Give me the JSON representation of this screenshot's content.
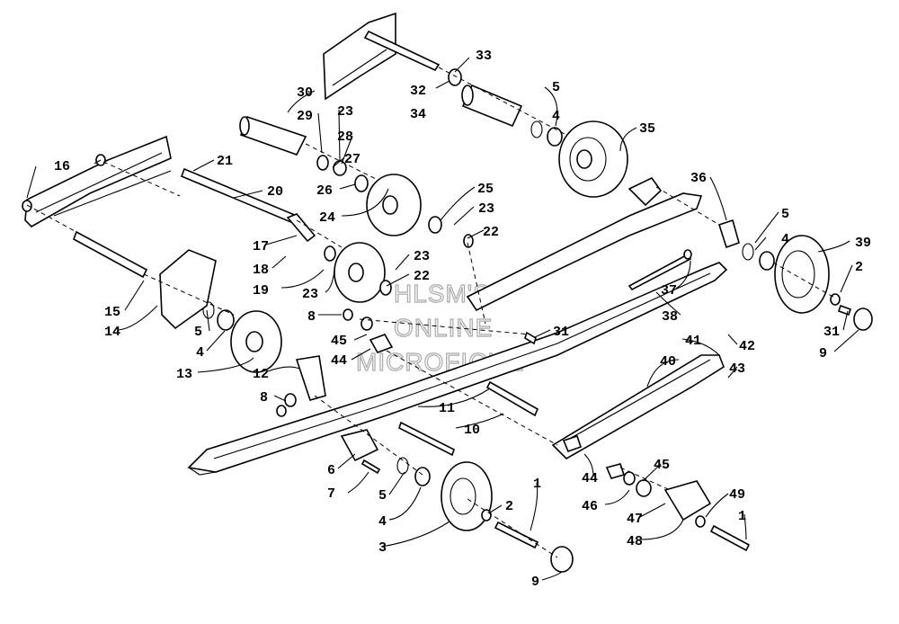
{
  "watermark": {
    "line1": "HLSM'S",
    "line2": "ONLINE",
    "line3": "MICROFICHE"
  },
  "callouts": [
    {
      "id": "c33",
      "text": "33"
    },
    {
      "id": "c30",
      "text": "30"
    },
    {
      "id": "c32",
      "text": "32"
    },
    {
      "id": "c34",
      "text": "34"
    },
    {
      "id": "c5a",
      "text": "5"
    },
    {
      "id": "c4a",
      "text": "4"
    },
    {
      "id": "c35",
      "text": "35"
    },
    {
      "id": "c29",
      "text": "29"
    },
    {
      "id": "c23a",
      "text": "23"
    },
    {
      "id": "c28",
      "text": "28"
    },
    {
      "id": "c27",
      "text": "27"
    },
    {
      "id": "c16",
      "text": "16"
    },
    {
      "id": "c21",
      "text": "21"
    },
    {
      "id": "c26",
      "text": "26"
    },
    {
      "id": "c25",
      "text": "25"
    },
    {
      "id": "c20",
      "text": "20"
    },
    {
      "id": "c23b",
      "text": "23"
    },
    {
      "id": "c24",
      "text": "24"
    },
    {
      "id": "c22a",
      "text": "22"
    },
    {
      "id": "c36",
      "text": "36"
    },
    {
      "id": "c5b",
      "text": "5"
    },
    {
      "id": "c4b",
      "text": "4"
    },
    {
      "id": "c39",
      "text": "39"
    },
    {
      "id": "c17",
      "text": "17"
    },
    {
      "id": "c23c",
      "text": "23"
    },
    {
      "id": "c18",
      "text": "18"
    },
    {
      "id": "c22b",
      "text": "22"
    },
    {
      "id": "c2a",
      "text": "2"
    },
    {
      "id": "c37",
      "text": "37"
    },
    {
      "id": "c19",
      "text": "19"
    },
    {
      "id": "c23d",
      "text": "23"
    },
    {
      "id": "c15",
      "text": "15"
    },
    {
      "id": "c14",
      "text": "14"
    },
    {
      "id": "c8a",
      "text": "8"
    },
    {
      "id": "c5c",
      "text": "5"
    },
    {
      "id": "c38",
      "text": "38"
    },
    {
      "id": "c31a",
      "text": "31"
    },
    {
      "id": "c31b",
      "text": "31"
    },
    {
      "id": "c45a",
      "text": "45"
    },
    {
      "id": "c41",
      "text": "41"
    },
    {
      "id": "c42",
      "text": "42"
    },
    {
      "id": "c4c",
      "text": "4"
    },
    {
      "id": "c9a",
      "text": "9"
    },
    {
      "id": "c44a",
      "text": "44"
    },
    {
      "id": "c13",
      "text": "13"
    },
    {
      "id": "c12",
      "text": "12"
    },
    {
      "id": "c40",
      "text": "40"
    },
    {
      "id": "c43",
      "text": "43"
    },
    {
      "id": "c8b",
      "text": "8"
    },
    {
      "id": "c11",
      "text": "11"
    },
    {
      "id": "c10",
      "text": "10"
    },
    {
      "id": "c6",
      "text": "6"
    },
    {
      "id": "c44b",
      "text": "44"
    },
    {
      "id": "c45b",
      "text": "45"
    },
    {
      "id": "c1a",
      "text": "1"
    },
    {
      "id": "c7",
      "text": "7"
    },
    {
      "id": "c5d",
      "text": "5"
    },
    {
      "id": "c46",
      "text": "46"
    },
    {
      "id": "c49",
      "text": "49"
    },
    {
      "id": "c2b",
      "text": "2"
    },
    {
      "id": "c47",
      "text": "47"
    },
    {
      "id": "c1b",
      "text": "1"
    },
    {
      "id": "c4d",
      "text": "4"
    },
    {
      "id": "c48",
      "text": "48"
    },
    {
      "id": "c3",
      "text": "3"
    },
    {
      "id": "c9b",
      "text": "9"
    }
  ]
}
